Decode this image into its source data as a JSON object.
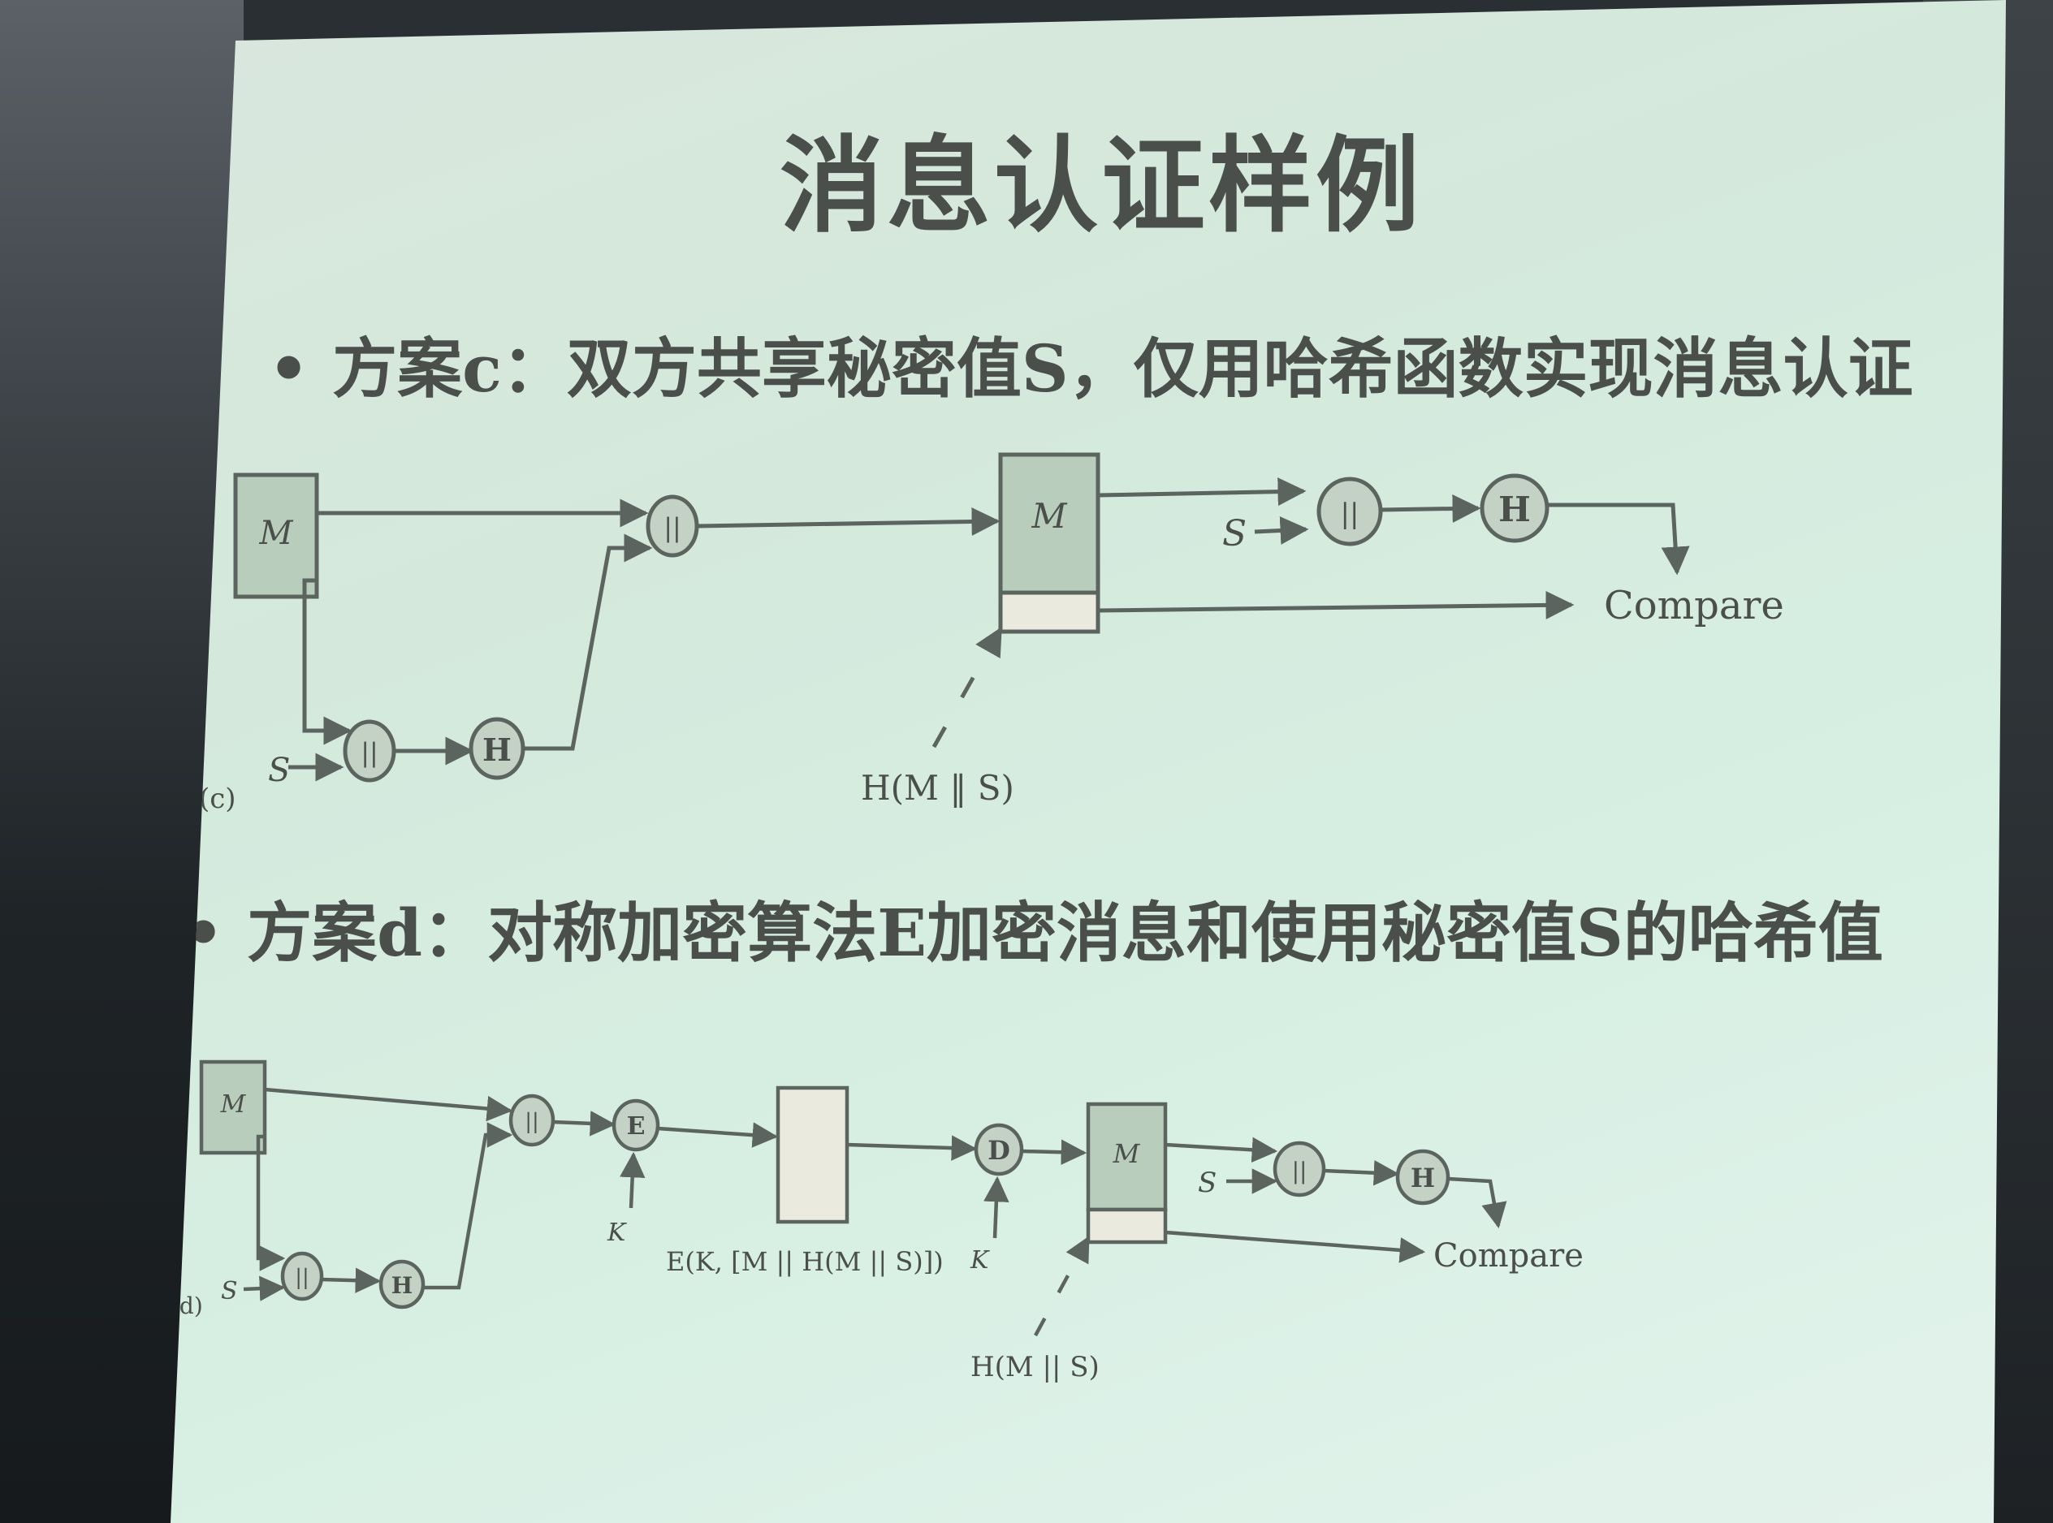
{
  "slide": {
    "title": "消息认证样例",
    "bullets": [
      "方案c：双方共享秘密值S，仅用哈希函数实现消息认证",
      "方案d：对称加密算法E加密消息和使用秘密值S的哈希值"
    ],
    "bullet_glyph": "•"
  },
  "diagram_c": {
    "caption": "(c)",
    "m": "M",
    "concat": "||",
    "hash": "H",
    "secret": "S",
    "compare": "Compare",
    "hash_label": "H(M ‖ S)"
  },
  "diagram_d": {
    "caption": "(d)",
    "m": "M",
    "concat": "||",
    "hash": "H",
    "encrypt": "E",
    "decrypt": "D",
    "secret": "S",
    "key": "K",
    "cipher_label": "E(K, [M || H(M || S)])",
    "compare": "Compare",
    "hash_label": "H(M || S)"
  },
  "colors": {
    "screen": "#d7ece0",
    "box_fill": "#b9cdbd",
    "box_stroke": "#5c645f",
    "node_fill": "#c3d2c5",
    "tag_fill": "#ebeadf",
    "text": "#4a4f4c"
  }
}
